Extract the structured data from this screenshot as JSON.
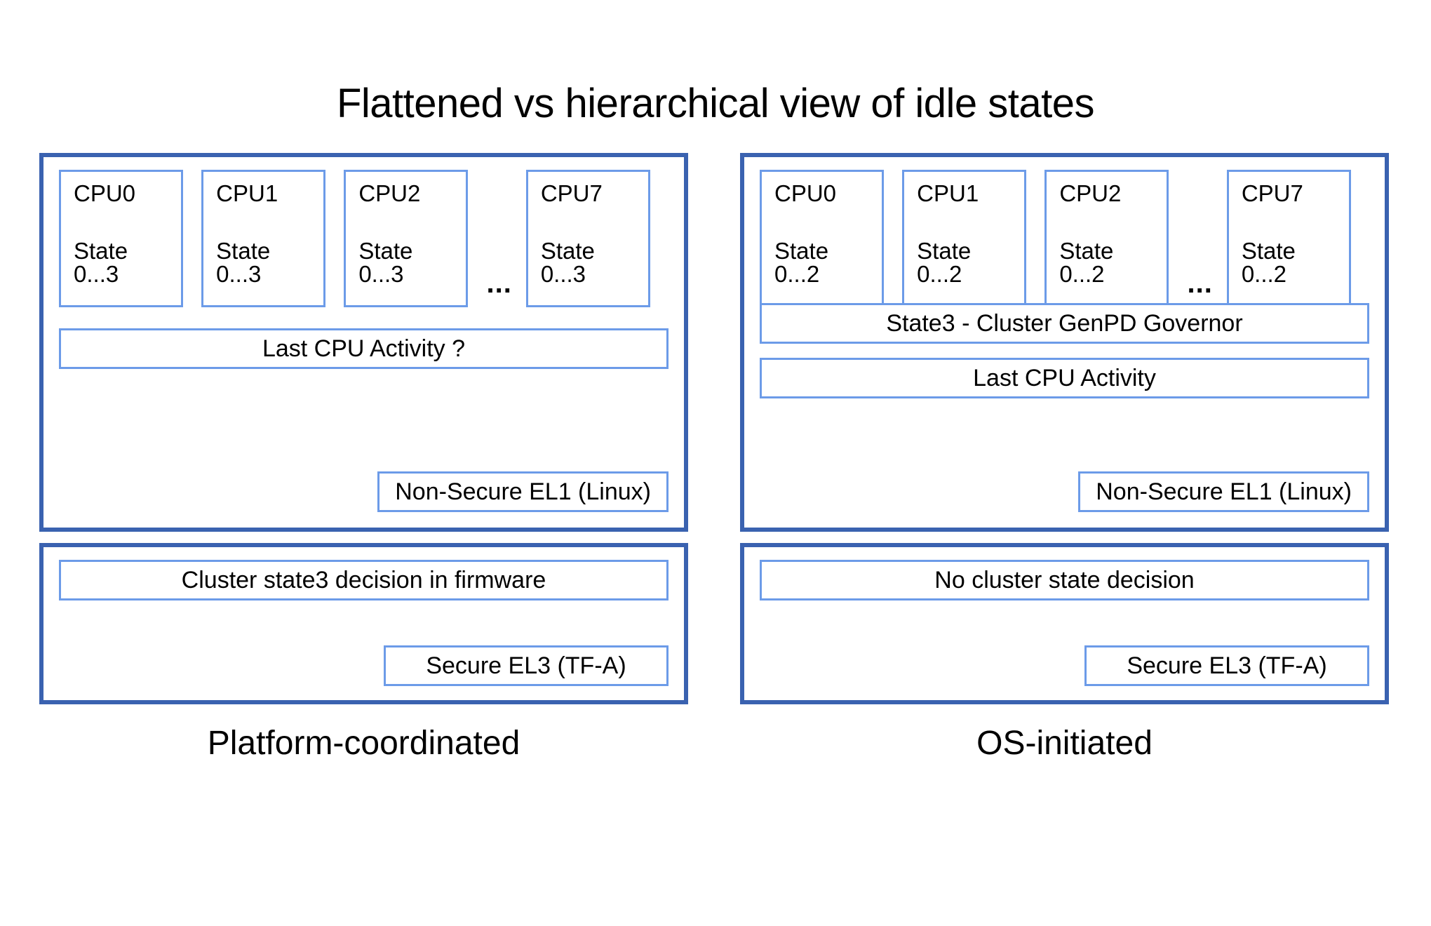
{
  "title": "Flattened vs hierarchical view of idle states",
  "colors": {
    "outer_border": "#3A62B0",
    "inner_border": "#6C9BE8",
    "background": "#FFFFFF",
    "text": "#000000"
  },
  "columns": [
    {
      "id": "platform-coordinated",
      "caption": "Platform-coordinated",
      "os_panel": {
        "cpus": [
          {
            "name": "CPU0",
            "state_label": "State",
            "state_range": "0...3"
          },
          {
            "name": "CPU1",
            "state_label": "State",
            "state_range": "0...3"
          },
          {
            "name": "CPU2",
            "state_label": "State",
            "state_range": "0...3"
          },
          {
            "name": "CPU7",
            "state_label": "State",
            "state_range": "0...3"
          }
        ],
        "ellipsis": "...",
        "bars": [
          {
            "id": "last-cpu-activity",
            "label": "Last CPU Activity ?"
          }
        ],
        "el_tag": "Non-Secure EL1 (Linux)"
      },
      "fw_panel": {
        "bar": "Cluster state3 decision in firmware",
        "el_tag": "Secure EL3 (TF-A)"
      }
    },
    {
      "id": "os-initiated",
      "caption": "OS-initiated",
      "os_panel": {
        "cpus": [
          {
            "name": "CPU0",
            "state_label": "State",
            "state_range": "0...2"
          },
          {
            "name": "CPU1",
            "state_label": "State",
            "state_range": "0...2"
          },
          {
            "name": "CPU2",
            "state_label": "State",
            "state_range": "0...2"
          },
          {
            "name": "CPU7",
            "state_label": "State",
            "state_range": "0...2"
          }
        ],
        "ellipsis": "...",
        "bars": [
          {
            "id": "genpd-governor",
            "label": "State3 - Cluster GenPD Governor"
          },
          {
            "id": "last-cpu-activity",
            "label": "Last CPU Activity"
          }
        ],
        "el_tag": "Non-Secure EL1 (Linux)"
      },
      "fw_panel": {
        "bar": "No cluster state decision",
        "el_tag": "Secure EL3 (TF-A)"
      }
    }
  ]
}
